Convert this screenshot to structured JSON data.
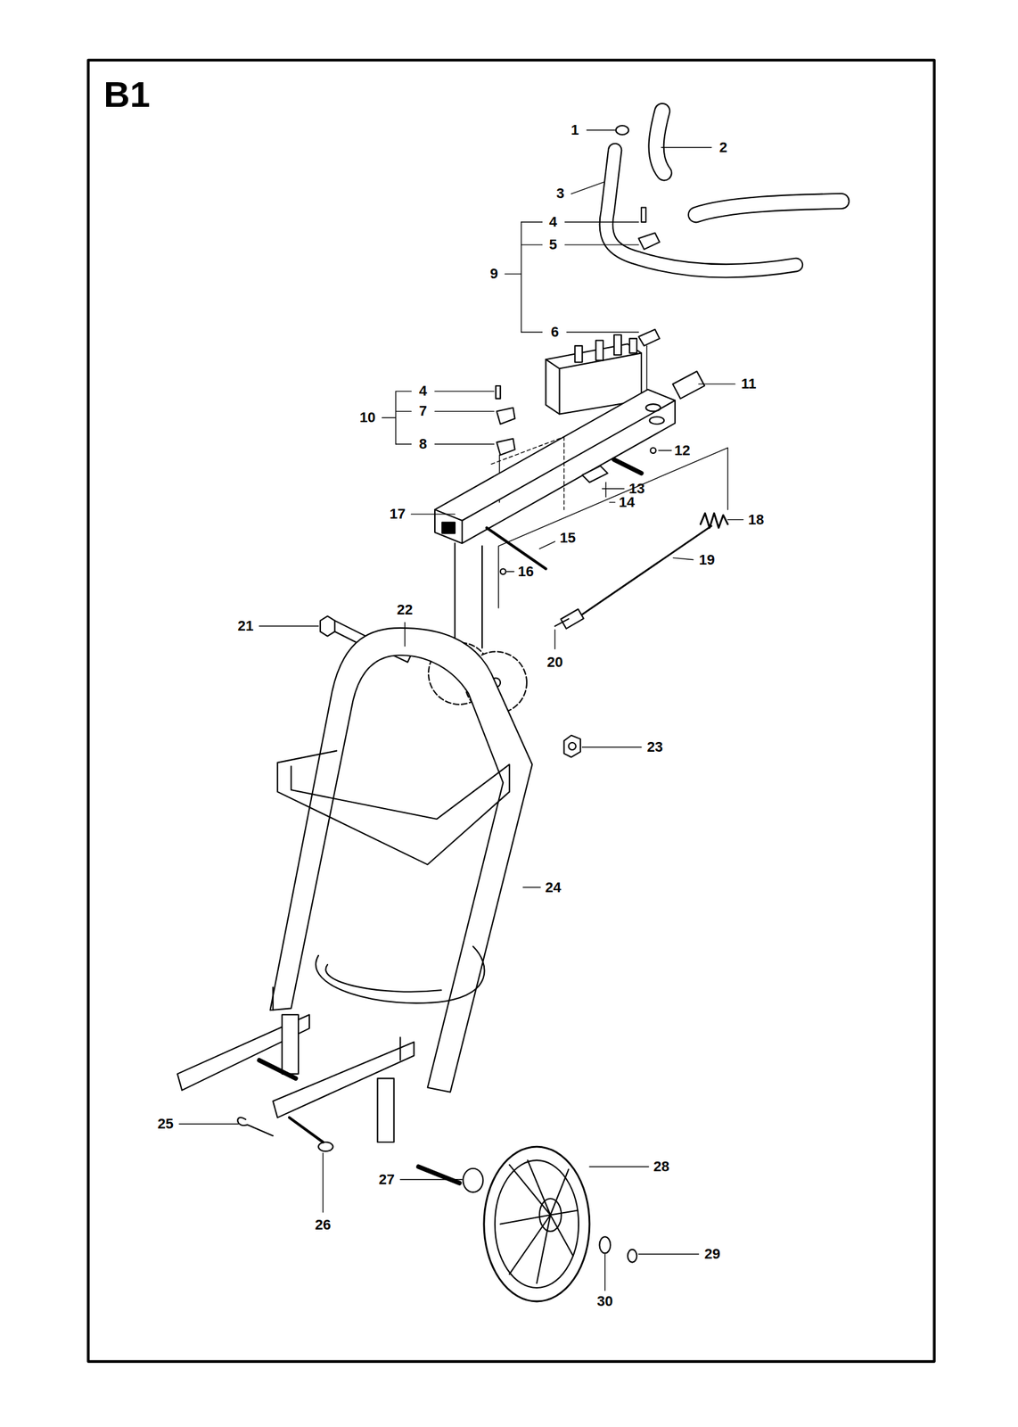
{
  "diagram": {
    "title": "B1",
    "labels": [
      "1",
      "2",
      "3",
      "4",
      "5",
      "9",
      "6",
      "4",
      "7",
      "10",
      "8",
      "11",
      "12",
      "17",
      "13",
      "14",
      "15",
      "18",
      "16",
      "19",
      "20",
      "21",
      "22",
      "23",
      "24",
      "25",
      "26",
      "27",
      "28",
      "29",
      "30"
    ]
  }
}
